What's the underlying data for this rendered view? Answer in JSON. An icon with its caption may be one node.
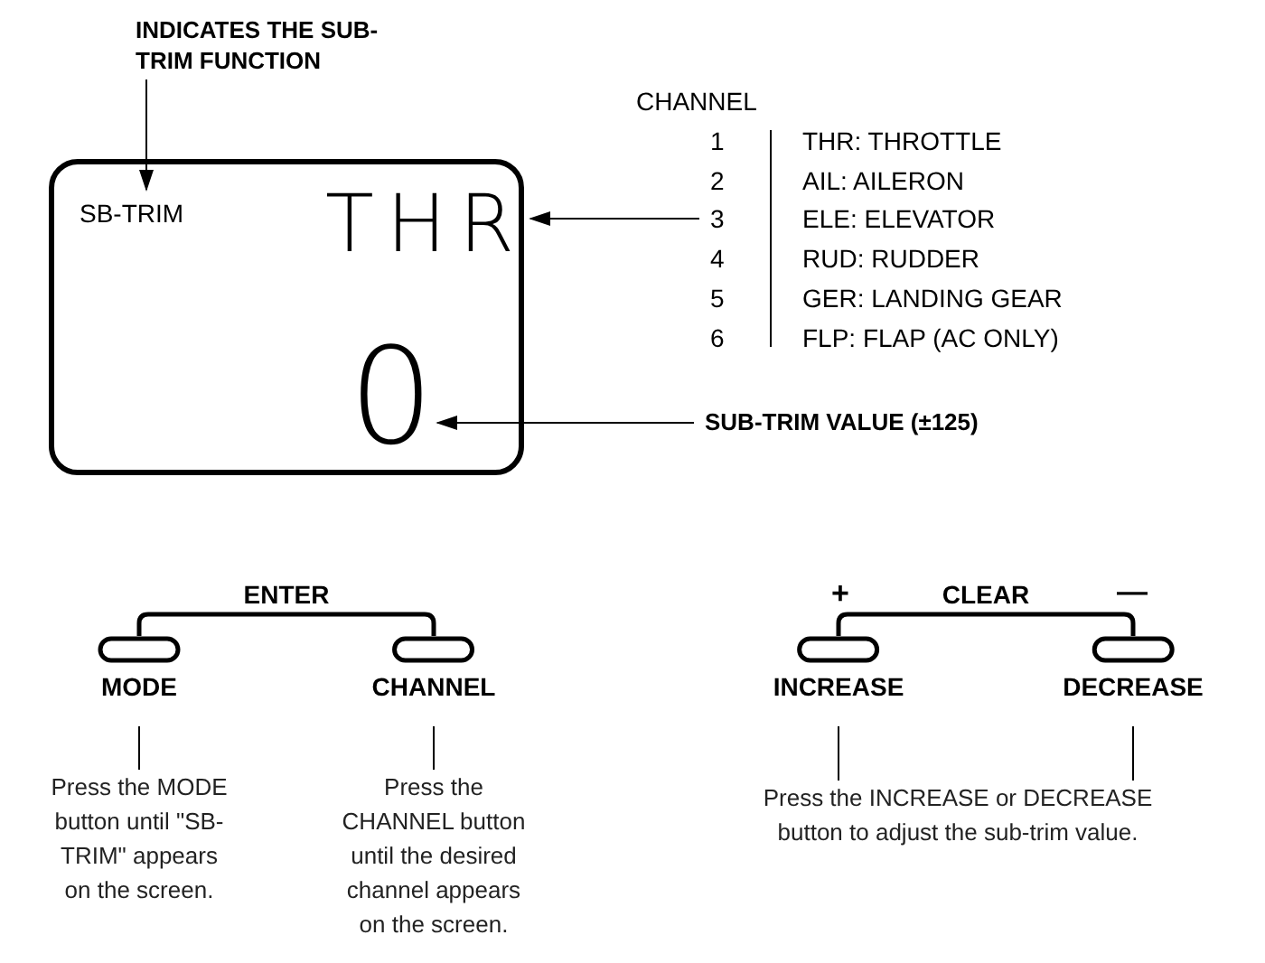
{
  "diagram": {
    "nodes": [
      {
        "text": [
          "INDICATES THE SUB-TRIM FUNCTION"
        ]
      },
      {
        "text": [],
        "shape": "box"
      },
      {
        "text": [
          "SB-TRIM"
        ],
        "in": 1
      },
      {
        "text": [
          "THR"
        ],
        "in": 1
      },
      {
        "text": [
          "0"
        ],
        "in": 1
      },
      {
        "text": [
          "3"
        ]
      },
      {
        "text": [
          "SUB-TRIM VALUE (±125)"
        ]
      },
      {
        "text": [
          "MODE"
        ]
      },
      {
        "text": [
          "CHANNEL"
        ]
      },
      {
        "text": [
          "INCREASE"
        ]
      },
      {
        "text": [
          "DECREASE"
        ]
      },
      {
        "text": [
          "Press the MODE button until \"SB-TRIM\" appears on the screen."
        ]
      },
      {
        "text": [
          "Press the CHANNEL button until the desired channel appears on the screen."
        ]
      },
      {
        "text": [
          "Press the INCREASE or DECREASE button to adjust the sub-trim value."
        ]
      }
    ],
    "edges": [
      {
        "from": 0,
        "to": 2,
        "arrow": "to"
      },
      {
        "from": 5,
        "to": 3,
        "arrow": "to"
      },
      {
        "from": 6,
        "to": 4,
        "arrow": "to"
      },
      {
        "from": 7,
        "to": 8,
        "arrow": "none",
        "label": "ENTER",
        "style": "thick"
      },
      {
        "from": 9,
        "to": 10,
        "arrow": "none",
        "label": "CLEAR",
        "style": "thick"
      },
      {
        "from": 7,
        "to": 11,
        "arrow": "none"
      },
      {
        "from": 8,
        "to": 12,
        "arrow": "none"
      },
      {
        "from": 9,
        "to": 13,
        "arrow": "none"
      },
      {
        "from": 10,
        "to": 13,
        "arrow": "none"
      }
    ],
    "labels": [
      "CHANNEL",
      "1",
      "THR: THROTTLE",
      "2",
      "AIL: AILERON",
      "ELE: ELEVATOR",
      "4",
      "RUD: RUDDER",
      "5",
      "GER: LANDING GEAR",
      "6",
      "FLP: FLAP (AC ONLY)",
      "+",
      "—"
    ]
  }
}
